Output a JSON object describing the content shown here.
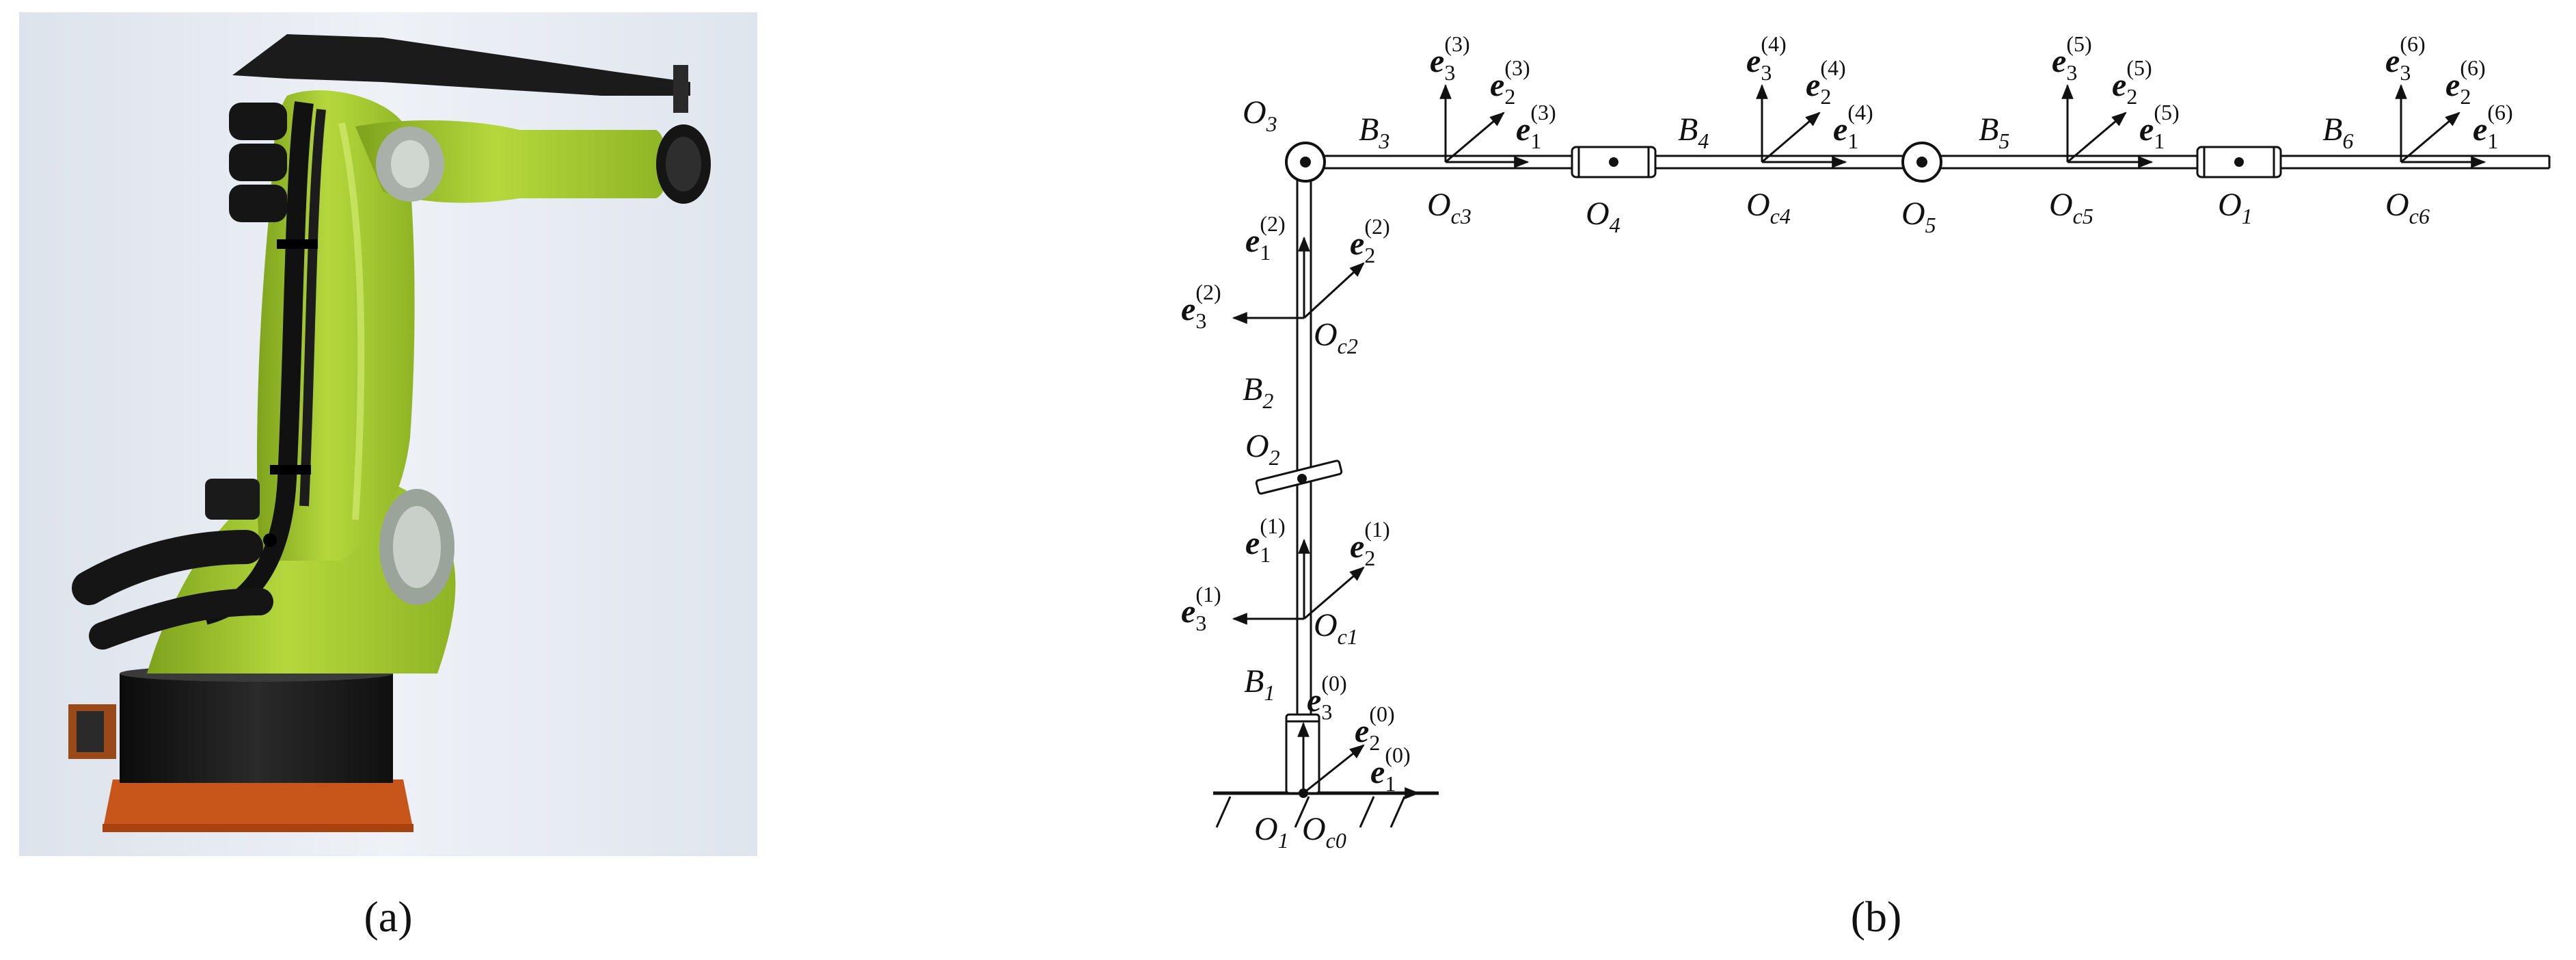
{
  "panel_a": {
    "caption": "(a)"
  },
  "panel_b": {
    "caption": "(b)",
    "labels": {
      "O3": {
        "base": "O",
        "sub": "3"
      },
      "O4": {
        "base": "O",
        "sub": "4"
      },
      "O5": {
        "base": "O",
        "sub": "5"
      },
      "O1_top": {
        "base": "O",
        "sub": "1"
      },
      "O2": {
        "base": "O",
        "sub": "2"
      },
      "O1_base": {
        "base": "O",
        "sub": "1"
      },
      "Oc0": {
        "base": "O",
        "sub": "c0"
      },
      "Oc1": {
        "base": "O",
        "sub": "c1"
      },
      "Oc2": {
        "base": "O",
        "sub": "c2"
      },
      "Oc3": {
        "base": "O",
        "sub": "c3"
      },
      "Oc4": {
        "base": "O",
        "sub": "c4"
      },
      "Oc5": {
        "base": "O",
        "sub": "c5"
      },
      "Oc6": {
        "base": "O",
        "sub": "c6"
      },
      "B1": {
        "base": "B",
        "sub": "1"
      },
      "B2": {
        "base": "B",
        "sub": "2"
      },
      "B3": {
        "base": "B",
        "sub": "3"
      },
      "B4": {
        "base": "B",
        "sub": "4"
      },
      "B5": {
        "base": "B",
        "sub": "5"
      },
      "B6": {
        "base": "B",
        "sub": "6"
      }
    },
    "frames": {
      "f0": {
        "e1": {
          "base": "e",
          "sub": "1",
          "sup": "(0)"
        },
        "e2": {
          "base": "e",
          "sub": "2",
          "sup": "(0)"
        },
        "e3": {
          "base": "e",
          "sub": "3",
          "sup": "(0)"
        }
      },
      "f1": {
        "e1": {
          "base": "e",
          "sub": "1",
          "sup": "(1)"
        },
        "e2": {
          "base": "e",
          "sub": "2",
          "sup": "(1)"
        },
        "e3": {
          "base": "e",
          "sub": "3",
          "sup": "(1)"
        }
      },
      "f2": {
        "e1": {
          "base": "e",
          "sub": "1",
          "sup": "(2)"
        },
        "e2": {
          "base": "e",
          "sub": "2",
          "sup": "(2)"
        },
        "e3": {
          "base": "e",
          "sub": "3",
          "sup": "(2)"
        }
      },
      "f3": {
        "e1": {
          "base": "e",
          "sub": "1",
          "sup": "(3)"
        },
        "e2": {
          "base": "e",
          "sub": "2",
          "sup": "(3)"
        },
        "e3": {
          "base": "e",
          "sub": "3",
          "sup": "(3)"
        }
      },
      "f4": {
        "e1": {
          "base": "e",
          "sub": "1",
          "sup": "(4)"
        },
        "e2": {
          "base": "e",
          "sub": "2",
          "sup": "(4)"
        },
        "e3": {
          "base": "e",
          "sub": "3",
          "sup": "(4)"
        }
      },
      "f5": {
        "e1": {
          "base": "e",
          "sub": "1",
          "sup": "(5)"
        },
        "e2": {
          "base": "e",
          "sub": "2",
          "sup": "(5)"
        },
        "e3": {
          "base": "e",
          "sub": "3",
          "sup": "(5)"
        }
      },
      "f6": {
        "e1": {
          "base": "e",
          "sub": "1",
          "sup": "(6)"
        },
        "e2": {
          "base": "e",
          "sub": "2",
          "sup": "(6)"
        },
        "e3": {
          "base": "e",
          "sub": "3",
          "sup": "(6)"
        }
      }
    }
  },
  "colors": {
    "robot_green": "#a4cc2c",
    "robot_dark_green": "#7ea21c",
    "base_black": "#161616",
    "base_orange": "#c8561a",
    "render_bg": "#e6ebf2",
    "ink": "#111111"
  }
}
